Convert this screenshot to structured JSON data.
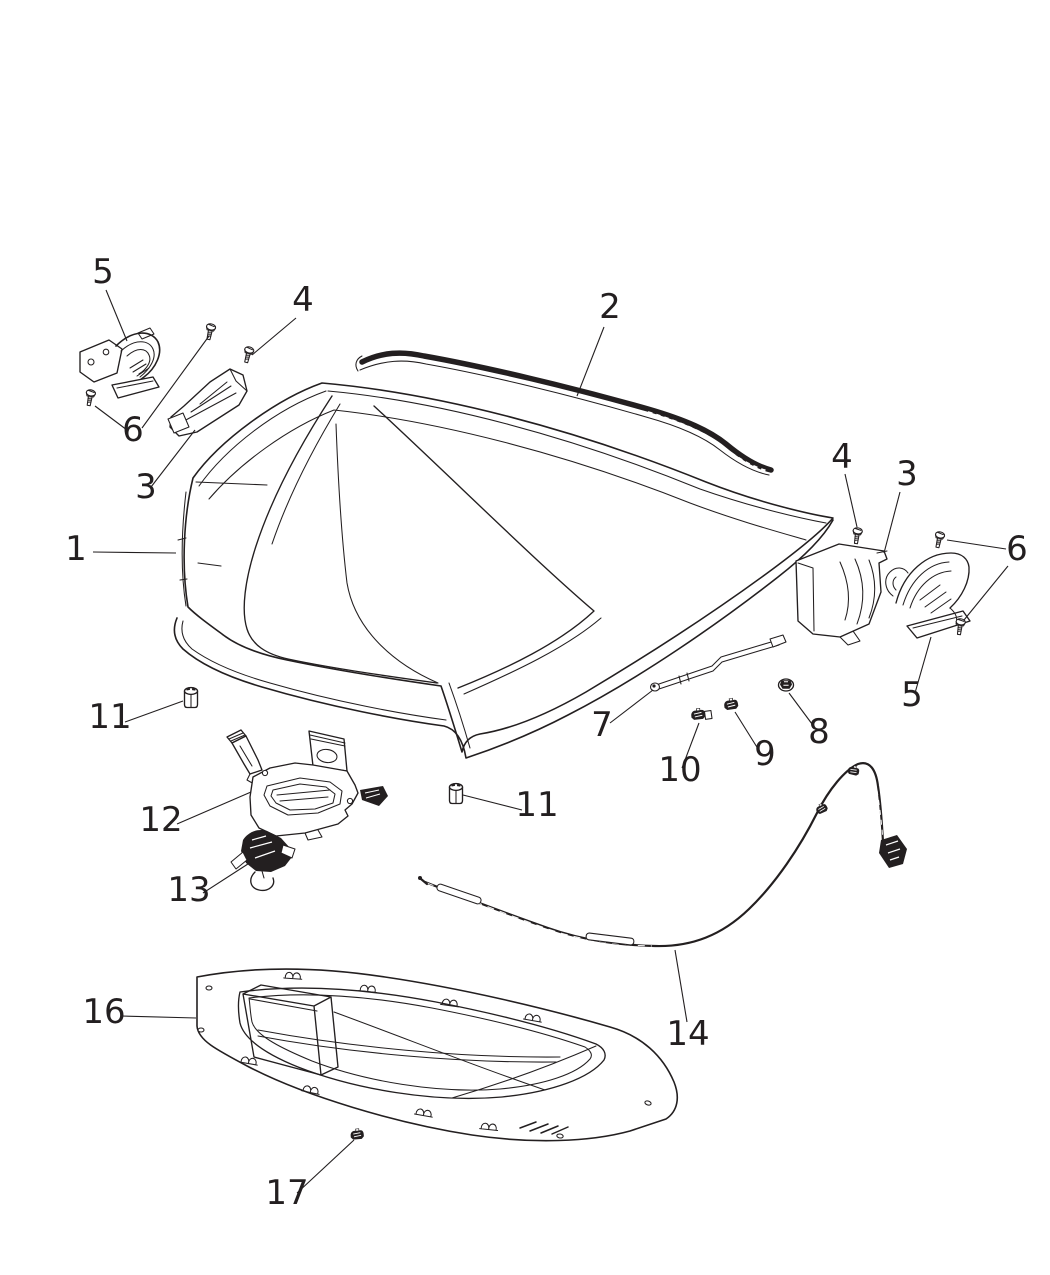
{
  "diagram": {
    "type": "exploded-parts-line-drawing",
    "background": "#ffffff",
    "line_color": "#231f20"
  },
  "callouts": [
    {
      "label": "1"
    },
    {
      "label": "2"
    },
    {
      "label": "3"
    },
    {
      "label": "4"
    },
    {
      "label": "5"
    },
    {
      "label": "6"
    },
    {
      "label": "3"
    },
    {
      "label": "4"
    },
    {
      "label": "5"
    },
    {
      "label": "6"
    },
    {
      "label": "7"
    },
    {
      "label": "8"
    },
    {
      "label": "9"
    },
    {
      "label": "10"
    },
    {
      "label": "11"
    },
    {
      "label": "11"
    },
    {
      "label": "12"
    },
    {
      "label": "13"
    },
    {
      "label": "14"
    },
    {
      "label": "16"
    },
    {
      "label": "17"
    }
  ]
}
